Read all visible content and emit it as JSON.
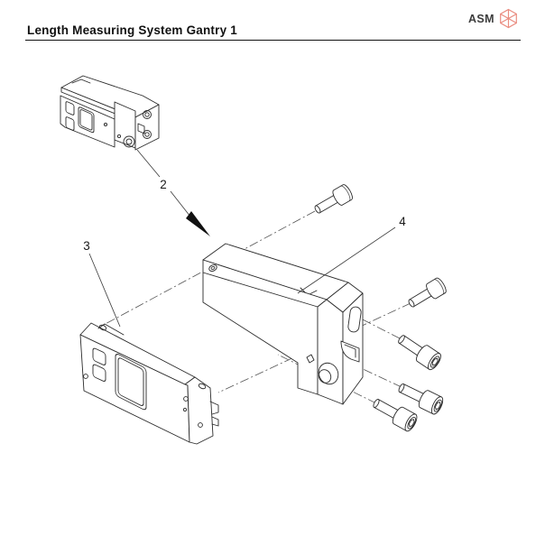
{
  "page": {
    "background": "#ffffff",
    "type": "technical-manual-page"
  },
  "header": {
    "title": "Length Measuring System Gantry 1",
    "rule_color": "#111111",
    "logo": {
      "text": "ASM",
      "text_color": "#3c3c3c",
      "icon": "cube-wireframe-icon",
      "icon_color": "#ea8c80"
    }
  },
  "diagram": {
    "description": "Exploded isometric view of the length measuring system gantry assembly",
    "line_color": "#2b2b2b",
    "centerline_color": "#555555",
    "centerline_style": "dash-dot",
    "callouts": [
      {
        "label": "2",
        "part": "assembled length measuring unit"
      },
      {
        "label": "3",
        "part": "length measuring sensor body"
      },
      {
        "label": "4",
        "part": "mounting bracket"
      }
    ],
    "fasteners": {
      "socket_head_cap_screws": 5
    }
  }
}
